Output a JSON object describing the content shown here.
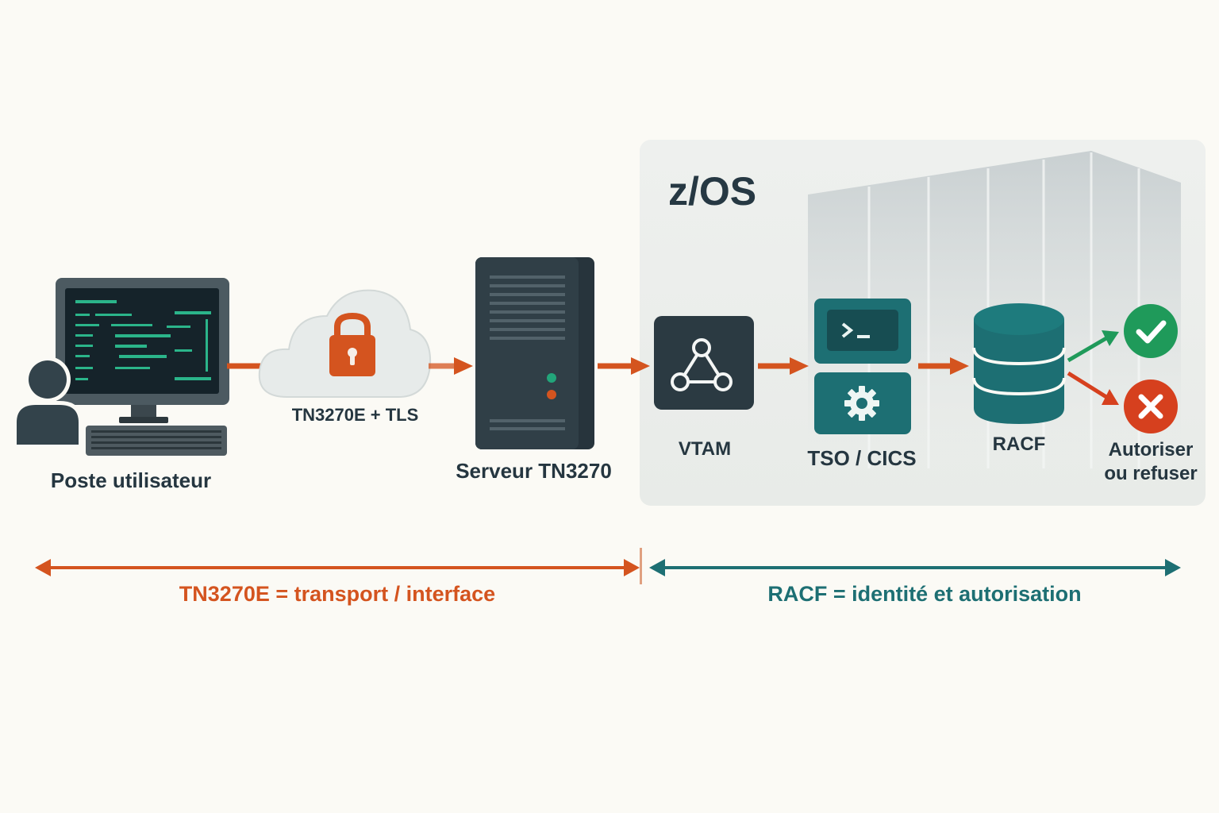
{
  "zos": {
    "title": "z/OS"
  },
  "nodes": {
    "workstation": {
      "label": "Poste utilisateur"
    },
    "tls": {
      "label": "TN3270E + TLS"
    },
    "server": {
      "label": "Serveur TN3270"
    },
    "vtam": {
      "label": "VTAM"
    },
    "tso_cics": {
      "label": "TSO / CICS"
    },
    "racf": {
      "label": "RACF"
    },
    "decision": {
      "line1": "Autoriser",
      "line2": "ou refuser"
    }
  },
  "ranges": {
    "transport": {
      "label": "TN3270E = transport / interface"
    },
    "identity": {
      "label": "RACF = identité et autorisation"
    }
  },
  "colors": {
    "orange": "#d4541f",
    "teal": "#1d6f73",
    "dark": "#2b3a42",
    "green": "#1f9a5a",
    "red": "#d6401e",
    "panel": "#eceeea"
  },
  "icons": {
    "workstation": "monitor-with-user-icon",
    "tls": "cloud-lock-icon",
    "server": "server-tower-icon",
    "vtam": "network-graph-icon",
    "tso": "terminal-prompt-icon",
    "cics": "gear-icon",
    "racf": "database-icon",
    "allow": "check-icon",
    "deny": "cross-icon"
  }
}
